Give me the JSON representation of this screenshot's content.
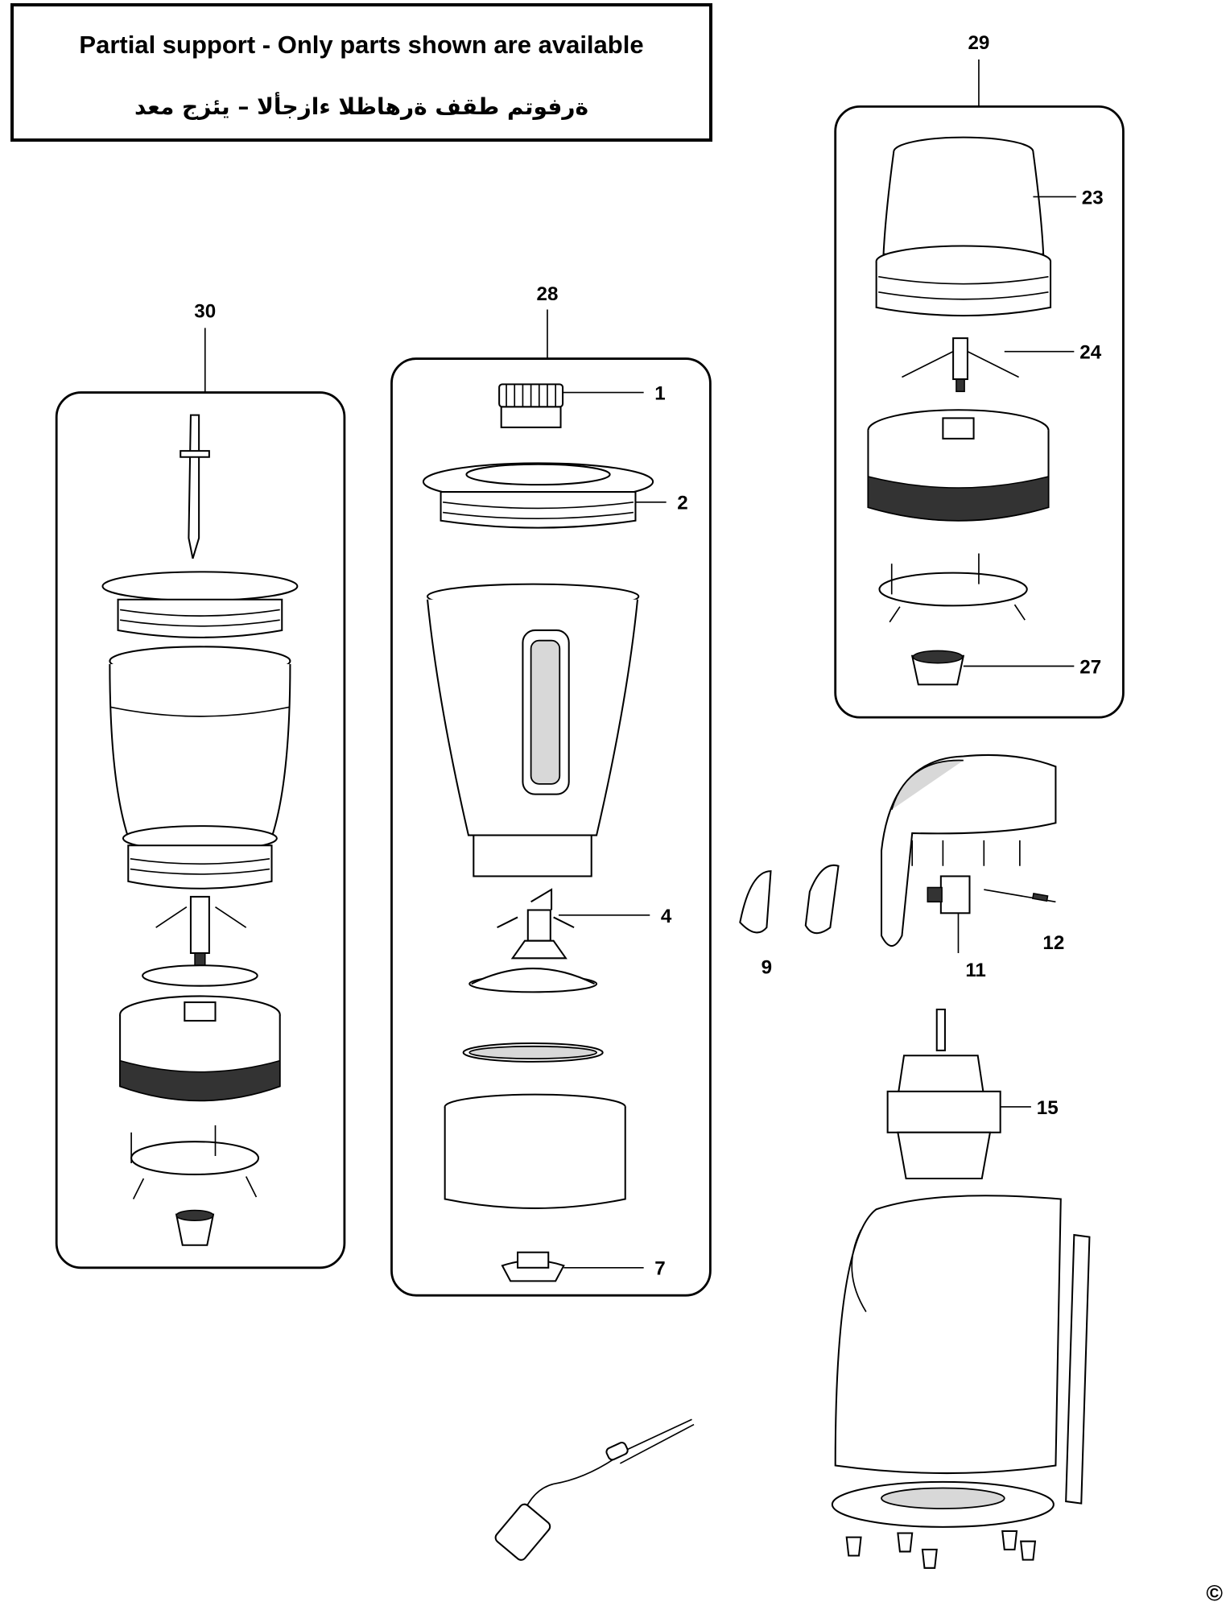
{
  "notice": {
    "english": "Partial support - Only parts shown are available",
    "arabic": "دعم جزئي – الأجزاء الظاهرة فقط متوفرة"
  },
  "groups": [
    {
      "id": "30",
      "label": "30"
    },
    {
      "id": "28",
      "label": "28"
    },
    {
      "id": "29",
      "label": "29"
    }
  ],
  "parts": {
    "p1": "1",
    "p2": "2",
    "p4": "4",
    "p7": "7",
    "p9": "9",
    "p11": "11",
    "p12": "12",
    "p15": "15",
    "p23": "23",
    "p24": "24",
    "p27": "27"
  },
  "copyright": "©"
}
